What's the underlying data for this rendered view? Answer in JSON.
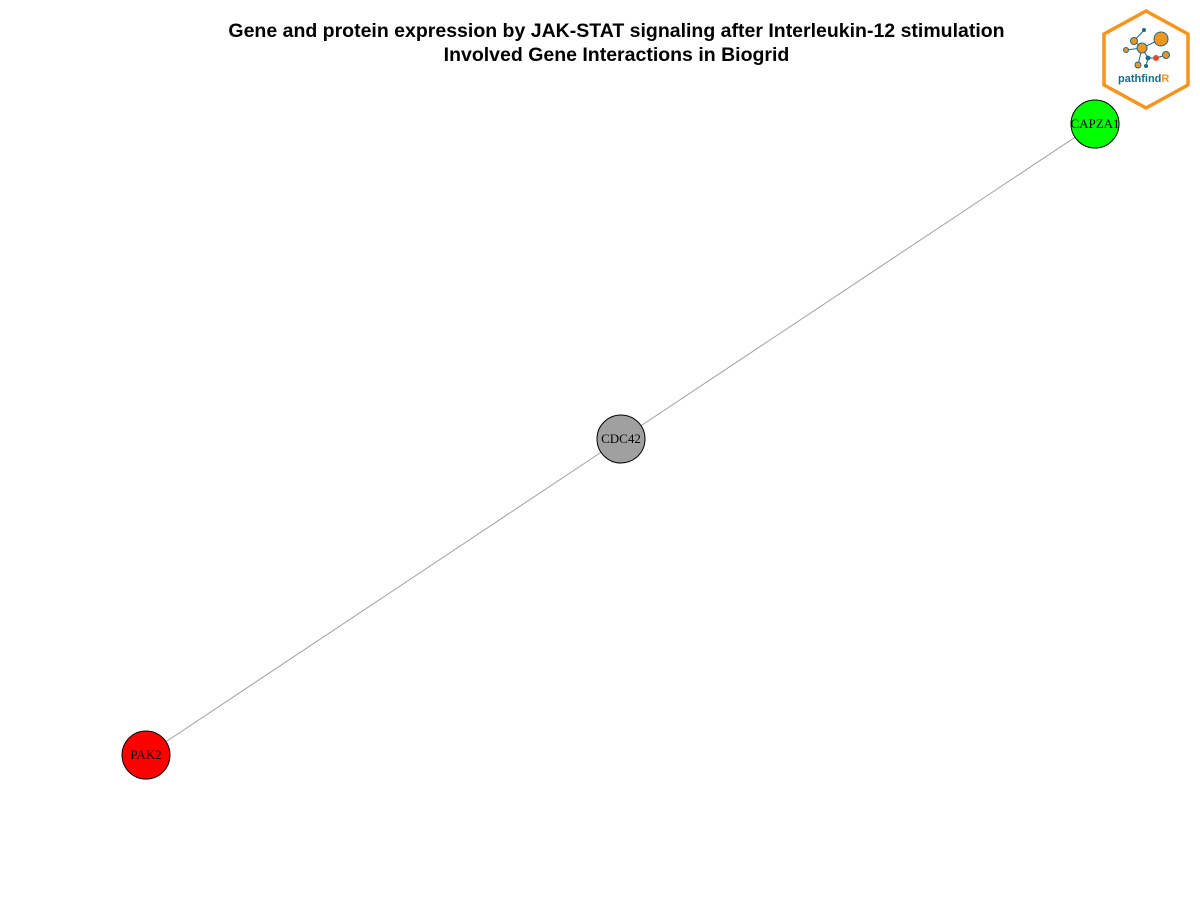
{
  "title": {
    "line1": "Gene and protein expression by JAK-STAT signaling after Interleukin-12 stimulation",
    "line2": "Involved Gene Interactions in Biogrid"
  },
  "network": {
    "nodes": [
      {
        "id": "capza1",
        "label": "CAPZA1",
        "color": "#00ff00"
      },
      {
        "id": "cdc42",
        "label": "CDC42",
        "color": "#a0a0a0"
      },
      {
        "id": "pak2",
        "label": "PAK2",
        "color": "#ff0000"
      }
    ],
    "edges": [
      {
        "from": "pak2",
        "to": "cdc42"
      },
      {
        "from": "cdc42",
        "to": "capza1"
      }
    ],
    "edge_color": "#a0a0a0",
    "node_border_color": "#000000"
  },
  "logo": {
    "text_main": "pathfind",
    "text_accent": "R",
    "accent_color": "#f7941d",
    "main_color": "#1b6a8a"
  }
}
